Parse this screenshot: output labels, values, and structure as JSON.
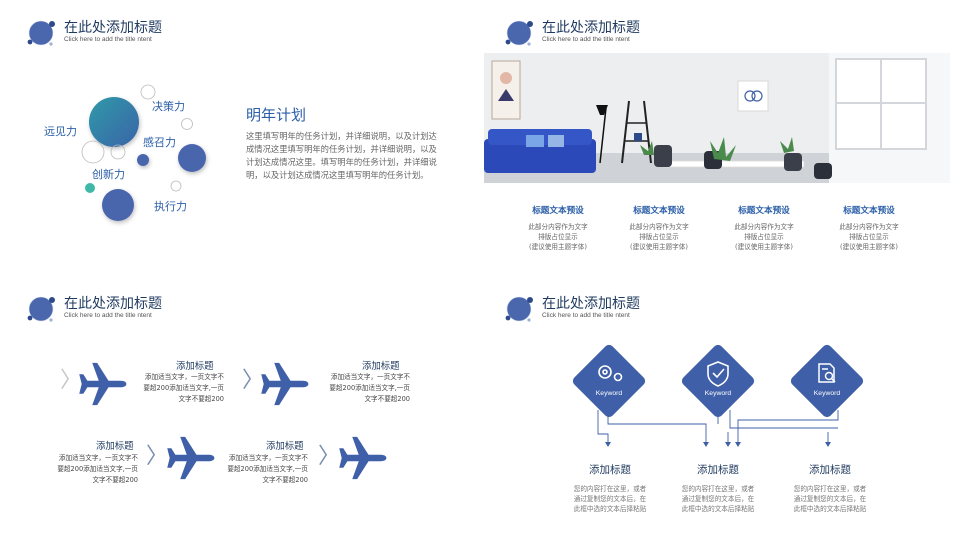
{
  "header": {
    "title": "在此处添加标题",
    "subtitle": "Click here to add the title ntent"
  },
  "colors": {
    "primary": "#3f5fa8",
    "accent": "#2a5ea8",
    "teal": "#3aa6a0",
    "navy": "#1f3a5f"
  },
  "slide1": {
    "bubbles": [
      "决策力",
      "远见力",
      "感召力",
      "创新力",
      "执行力"
    ],
    "plan_title": "明年计划",
    "plan_body": "这里填写明年的任务计划，并详细说明，以及计划达成情况这里填写明年的任务计划，并详细说明，以及计划达成情况这里。填写明年的任务计划，并详细说明，以及计划达成情况这里填写明年的任务计划。"
  },
  "slide2": {
    "columns": [
      {
        "title": "标题文本预设",
        "l1": "此部分内容作为文字",
        "l2": "排版占位显示",
        "l3": "(建议使用主题字体)"
      },
      {
        "title": "标题文本预设",
        "l1": "此部分内容作为文字",
        "l2": "排版占位显示",
        "l3": "(建议使用主题字体)"
      },
      {
        "title": "标题文本预设",
        "l1": "此部分内容作为文字",
        "l2": "排版占位显示",
        "l3": "(建议使用主题字体)"
      },
      {
        "title": "标题文本预设",
        "l1": "此部分内容作为文字",
        "l2": "排版占位显示",
        "l3": "(建议使用主题字体)"
      }
    ]
  },
  "slide3": {
    "items": [
      {
        "title": "添加标题",
        "l1": "添加适当文字，一页文字不",
        "l2": "要超200添加适当文字,一页",
        "l3": "文字不要超200"
      },
      {
        "title": "添加标题",
        "l1": "添加适当文字，一页文字不",
        "l2": "要超200添加适当文字,一页",
        "l3": "文字不要超200"
      },
      {
        "title": "添加标题",
        "l1": "添加适当文字，一页文字不",
        "l2": "要超200添加适当文字,一页",
        "l3": "文字不要超200"
      },
      {
        "title": "添加标题",
        "l1": "添加适当文字，一页文字不",
        "l2": "要超200添加适当文字,一页",
        "l3": "文字不要超200"
      }
    ]
  },
  "slide4": {
    "keywords": [
      "Keyword",
      "Keyword",
      "Keyword"
    ],
    "items": [
      {
        "title": "添加标题",
        "l1": "您的内容打在这里，或者",
        "l2": "通过复制您的文本后，在",
        "l3": "此框中选的文本后择粘贴"
      },
      {
        "title": "添加标题",
        "l1": "您的内容打在这里，或者",
        "l2": "通过复制您的文本后，在",
        "l3": "此框中选的文本后择粘贴"
      },
      {
        "title": "添加标题",
        "l1": "您的内容打在这里，或者",
        "l2": "通过复制您的文本后，在",
        "l3": "此框中选的文本后择粘贴"
      }
    ]
  }
}
